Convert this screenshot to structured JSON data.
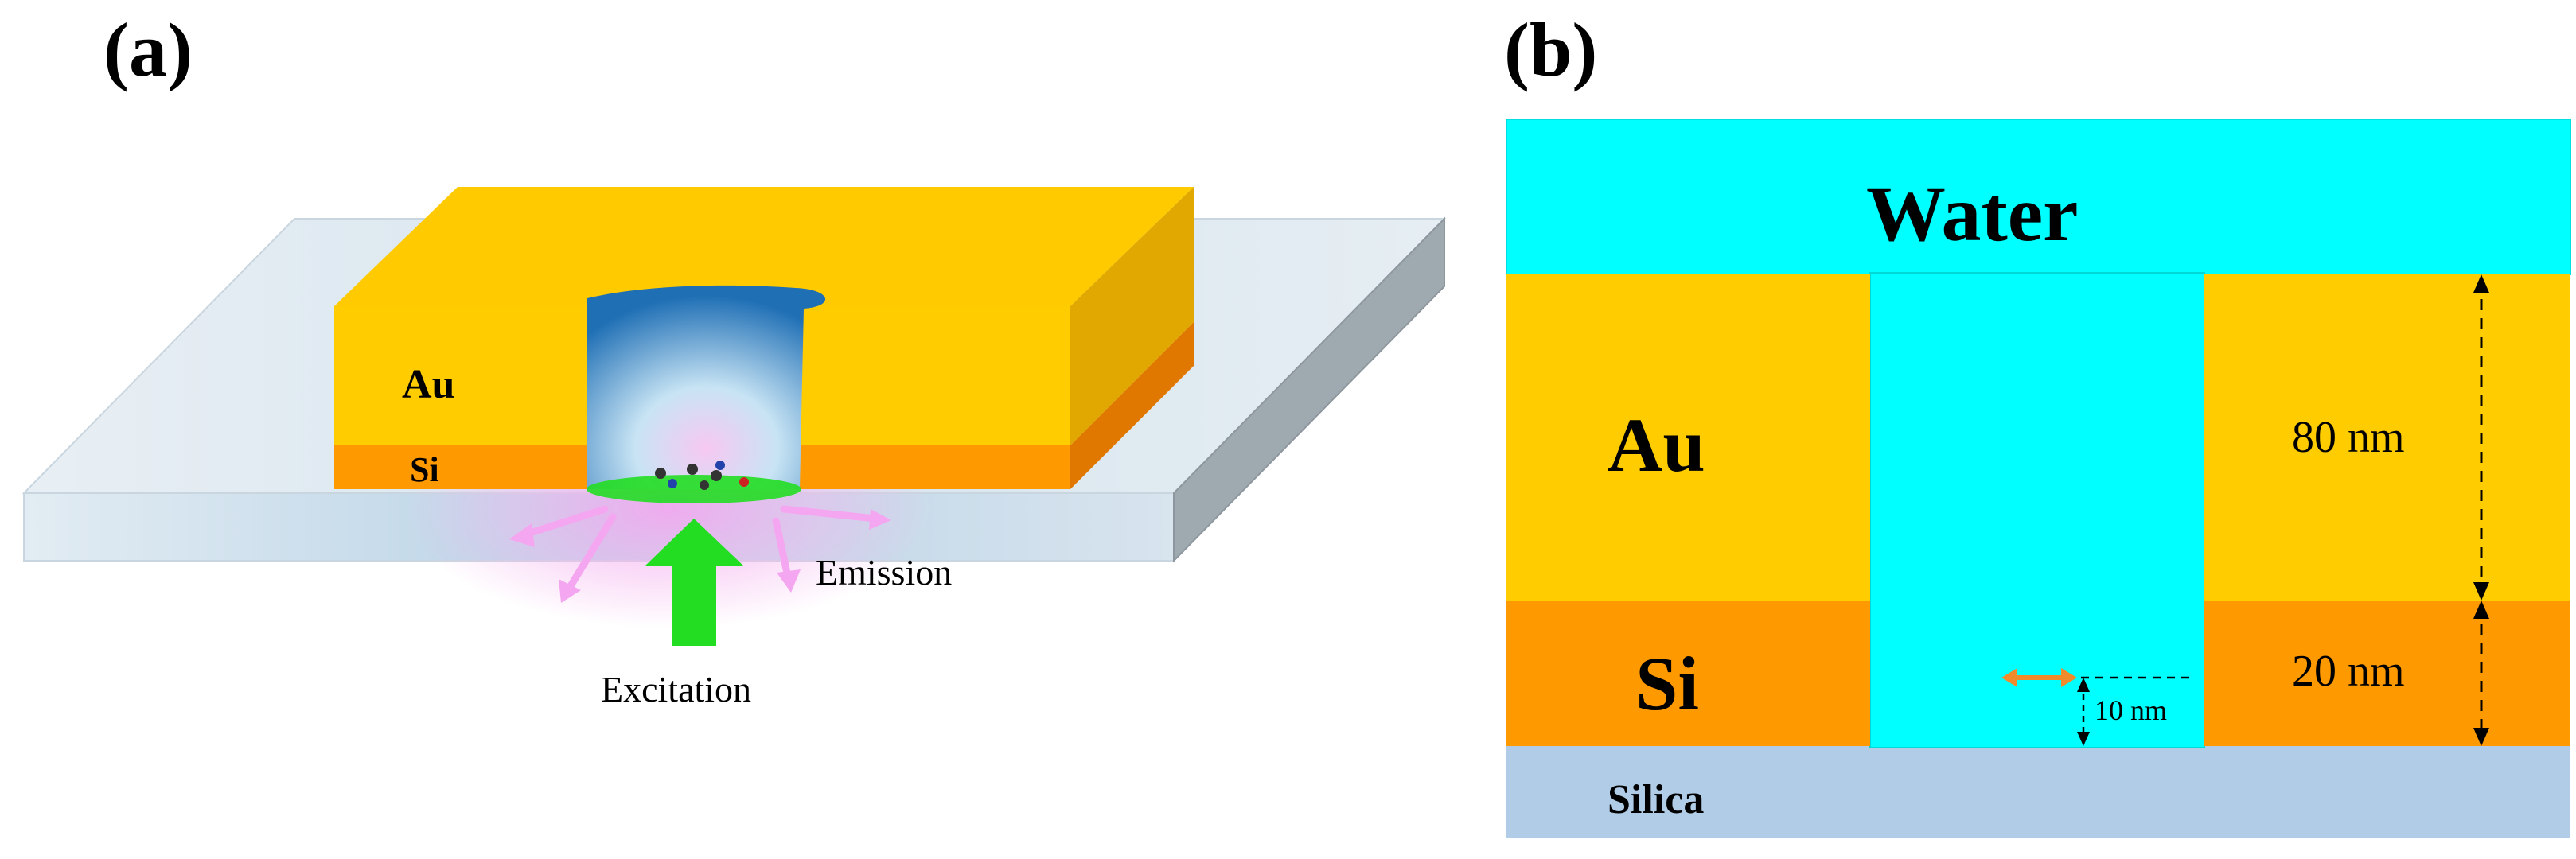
{
  "panel_a": {
    "label": "(a)",
    "layer_au": "Au",
    "layer_si": "Si",
    "emission_label": "Emission",
    "excitation_label": "Excitation"
  },
  "panel_b": {
    "label": "(b)",
    "water_label": "Water",
    "au_label": "Au",
    "si_label": "Si",
    "silica_label": "Silica",
    "dim_au": "80 nm",
    "dim_si": "20 nm",
    "dim_gap": "10 nm"
  },
  "colors": {
    "gold": "#FFCC00",
    "gold_side": "#E6A800",
    "silicon": "#FF9900",
    "silicon_side": "#E07700",
    "water": "#00FFFF",
    "silica": "#B0CCE6",
    "excitation_arrow": "#22DD22",
    "emission": "#F5A6F0",
    "dimension_arrow": "#F08A2A"
  }
}
